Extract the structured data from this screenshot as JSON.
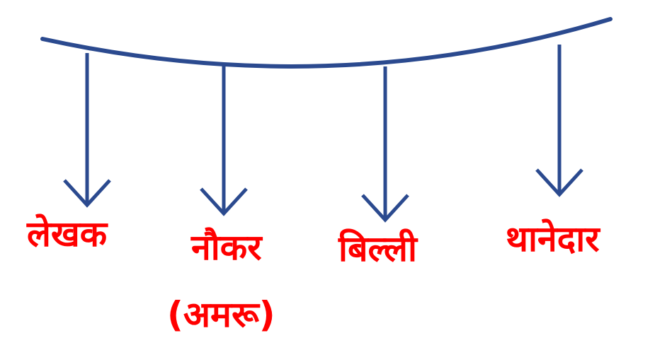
{
  "colors": {
    "line": "#2b4a8f",
    "text": "#ff0000"
  },
  "labels": {
    "writer": "लेखक",
    "servant": "नौकर",
    "servant_name": "(अमरू)",
    "cat": "बिल्ली",
    "inspector": "थानेदार"
  }
}
